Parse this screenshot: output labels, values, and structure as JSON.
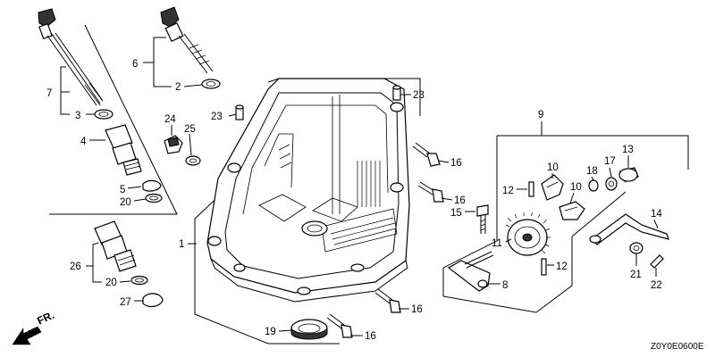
{
  "diagram": {
    "code": "Z0Y0E0600E",
    "direction_label": "FR.",
    "callouts": {
      "c1": "1",
      "c2": "2",
      "c3": "3",
      "c4": "4",
      "c5": "5",
      "c6": "6",
      "c7": "7",
      "c8": "8",
      "c9": "9",
      "c10a": "10",
      "c10b": "10",
      "c11": "11",
      "c12a": "12",
      "c12b": "12",
      "c13": "13",
      "c14": "14",
      "c15": "15",
      "c16a": "16",
      "c16b": "16",
      "c16c": "16",
      "c16d": "16",
      "c17": "17",
      "c18": "18",
      "c19": "19",
      "c20a": "20",
      "c20b": "20",
      "c21": "21",
      "c22": "22",
      "c23a": "23",
      "c23b": "23",
      "c24": "24",
      "c25": "25",
      "c26": "26",
      "c27": "27"
    }
  }
}
